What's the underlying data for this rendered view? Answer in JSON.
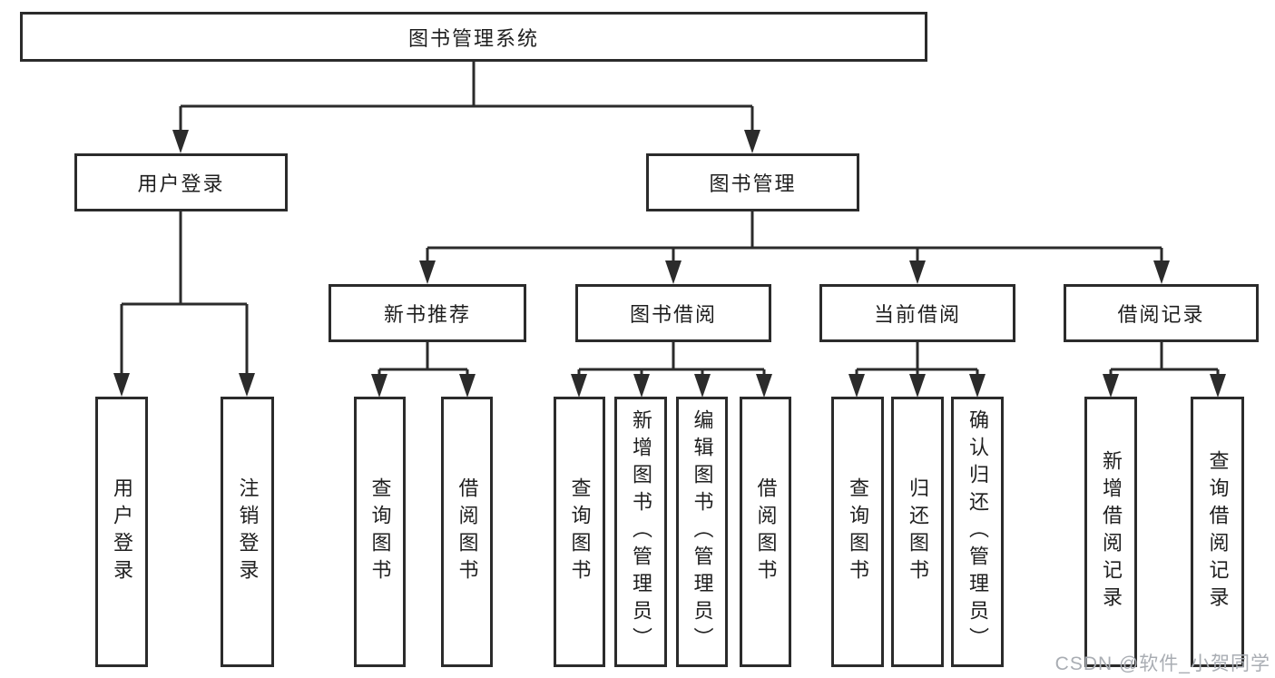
{
  "tree": {
    "root": "图书管理系统",
    "branches": [
      {
        "label": "用户登录",
        "leaves": [
          "用户登录",
          "注销登录"
        ]
      },
      {
        "label": "图书管理",
        "sections": [
          {
            "label": "新书推荐",
            "leaves": [
              "查询图书",
              "借阅图书"
            ]
          },
          {
            "label": "图书借阅",
            "leaves": [
              "查询图书",
              "新增图书（管理员）",
              "编辑图书（管理员）",
              "借阅图书"
            ]
          },
          {
            "label": "当前借阅",
            "leaves": [
              "查询图书",
              "归还图书",
              "确认归还（管理员）"
            ]
          },
          {
            "label": "借阅记录",
            "leaves": [
              "新增借阅记录",
              "查询借阅记录"
            ]
          }
        ]
      }
    ]
  },
  "watermark": "CSDN @软件_小贺同学",
  "colors": {
    "line": "#2b2b2b",
    "box_border": "#2b2b2b",
    "text": "#1f1f1f",
    "watermark": "#a9adb3",
    "background": "#ffffff"
  }
}
